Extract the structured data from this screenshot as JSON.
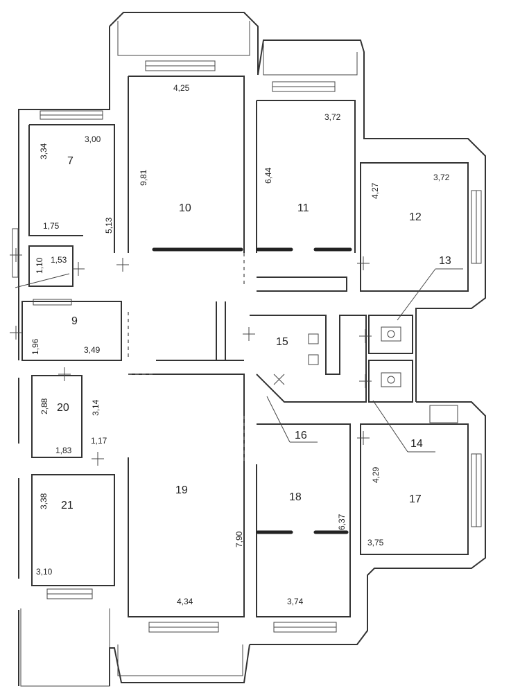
{
  "rooms": [
    {
      "id": "r7",
      "number": "7",
      "dims": [
        "3,34",
        "3,00",
        "1,75",
        "5,13"
      ]
    },
    {
      "id": "r8",
      "number": "",
      "dims": [
        "1,10",
        "1,53"
      ]
    },
    {
      "id": "r9",
      "number": "9",
      "dims": [
        "1,96",
        "3,49"
      ]
    },
    {
      "id": "r10",
      "number": "10",
      "dims": [
        "4,25",
        "9,81"
      ]
    },
    {
      "id": "r11",
      "number": "11",
      "dims": [
        "3,72",
        "6,44"
      ]
    },
    {
      "id": "r12",
      "number": "12",
      "dims": [
        "4,27",
        "3,72"
      ]
    },
    {
      "id": "r13",
      "number": "13",
      "dims": []
    },
    {
      "id": "r14",
      "number": "14",
      "dims": []
    },
    {
      "id": "r15",
      "number": "15",
      "dims": []
    },
    {
      "id": "r16",
      "number": "16",
      "dims": []
    },
    {
      "id": "r17",
      "number": "17",
      "dims": [
        "4,29",
        "3,75"
      ]
    },
    {
      "id": "r18",
      "number": "18",
      "dims": [
        "6,37",
        "3,74"
      ]
    },
    {
      "id": "r19",
      "number": "19",
      "dims": [
        "7,90",
        "4,34"
      ]
    },
    {
      "id": "r20",
      "number": "20",
      "dims": [
        "2,88",
        "3,14",
        "1,83"
      ]
    },
    {
      "id": "r21",
      "number": "21",
      "dims": [
        "3,38",
        "1,17",
        "3,10"
      ]
    }
  ]
}
